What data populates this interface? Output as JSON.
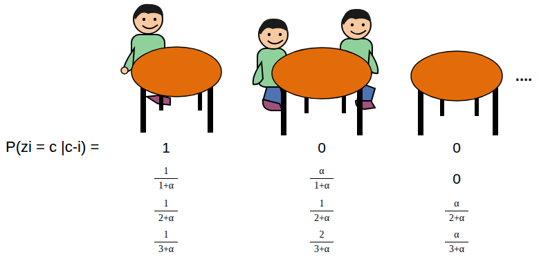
{
  "diagram": {
    "labels": [
      "P(zi = c |c-i) =",
      "1",
      "0",
      "0",
      "1",
      "1+α",
      "α",
      "1+α",
      "0",
      "1",
      "2+α",
      "1",
      "2+α",
      "α",
      "2+α",
      "1",
      "3+α",
      "2",
      "3+α",
      "α",
      "3+α",
      "...."
    ]
  }
}
